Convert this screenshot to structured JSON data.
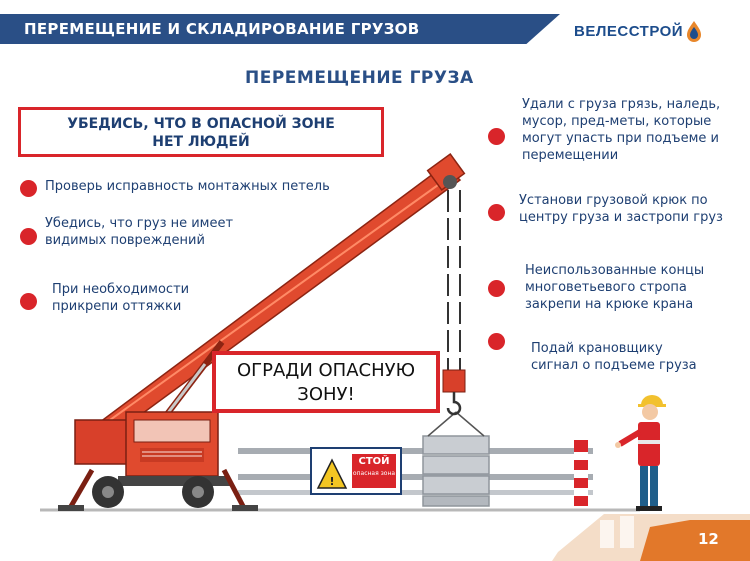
{
  "header": {
    "title": "ПЕРЕМЕЩЕНИЕ И СКЛАДИРОВАНИЕ ГРУЗОВ",
    "logo": "ВЕЛЕССТРОЙ"
  },
  "subtitle": "ПЕРЕМЕЩЕНИЕ ГРУЗА",
  "warning_box": "УБЕДИСЬ, ЧТО В ОПАСНОЙ ЗОНЕ\nНЕТ ЛЮДЕЙ",
  "fence_box": "ОГРАДИ ОПАСНУЮ\nЗОНУ!",
  "left_items": [
    "Проверь исправность монтажных петель",
    "Убедись, что груз не имеет\nвидимых повреждений",
    "При необходимости\nприкрепи оттяжки"
  ],
  "right_items": [
    "Удали с груза грязь, наледь,\nмусор, пред-меты, которые\nмогут упасть при подъеме и\nперемещении",
    "Установи грузовой крюк по\nцентру груза и застропи груз",
    "Неиспользованные концы\nмноговетьевого стропа\nзакрепи на крюке крана",
    "Подай крановщику\nсигнал о подъеме груза"
  ],
  "sign": {
    "stop": "СТОЙ",
    "caption": "опасная зона"
  },
  "page_number": "12",
  "colors": {
    "header_bar": "#2a4f86",
    "accent_red": "#d9252a",
    "text_blue": "#1e3f72",
    "crane_red": "#d8402a",
    "footer_orange": "#e2782a"
  }
}
